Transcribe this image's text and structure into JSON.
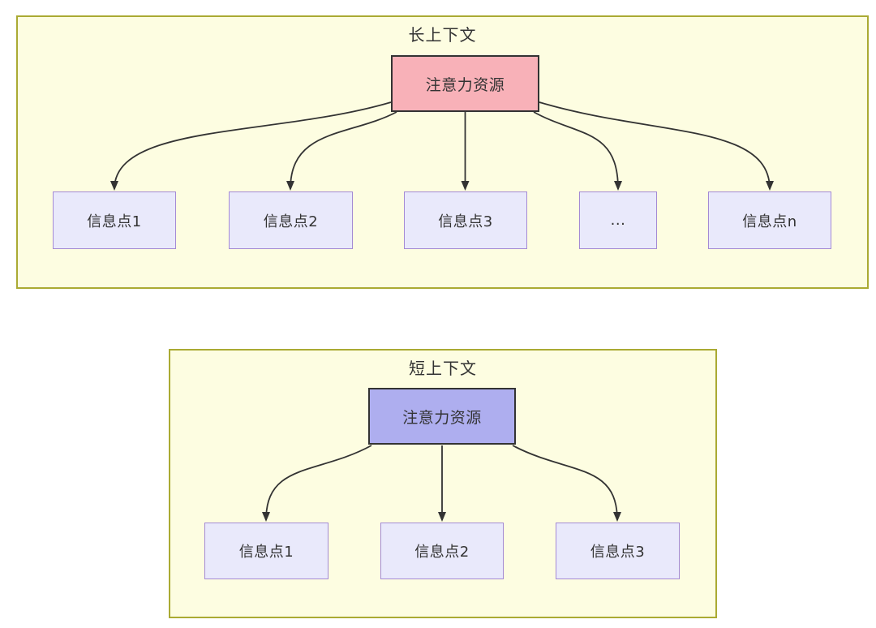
{
  "long_context": {
    "title": "长上下文",
    "root": "注意力资源",
    "nodes": [
      "信息点1",
      "信息点2",
      "信息点3",
      "...",
      "信息点n"
    ]
  },
  "short_context": {
    "title": "短上下文",
    "root": "注意力资源",
    "nodes": [
      "信息点1",
      "信息点2",
      "信息点3"
    ]
  },
  "colors": {
    "panel_background": "#fdfde1",
    "panel_border": "#aaaa33",
    "root_long_fill": "#f8b1b8",
    "root_short_fill": "#aeaeef",
    "info_node_fill": "#e9e9fb",
    "info_node_border": "#a48ad4",
    "edge_line": "#333333",
    "text": "#333333"
  }
}
